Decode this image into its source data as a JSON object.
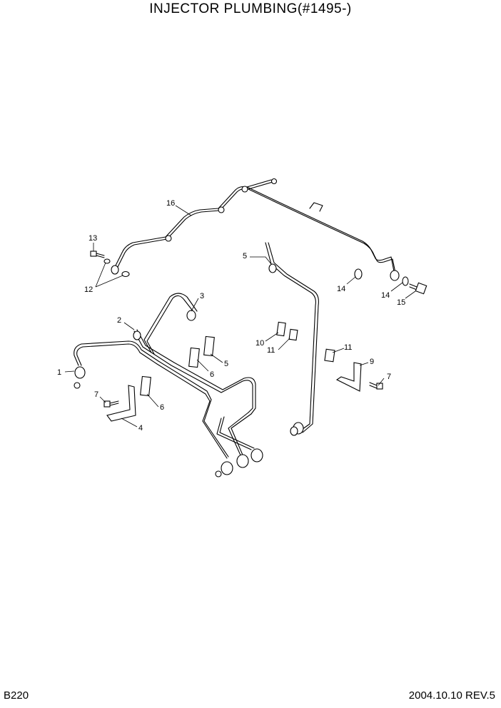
{
  "header": {
    "title": "INJECTOR PLUMBING(#1495-)"
  },
  "footer": {
    "page_code": "B220",
    "revision": "2004.10.10  REV.5"
  },
  "callouts": {
    "c1": "1",
    "c2": "2",
    "c3": "3",
    "c4": "4",
    "c5a": "5",
    "c5b": "5",
    "c6a": "6",
    "c6b": "6",
    "c7a": "7",
    "c7b": "7",
    "c9": "9",
    "c10": "10",
    "c11a": "11",
    "c11b": "11",
    "c12": "12",
    "c13": "13",
    "c14a": "14",
    "c14b": "14",
    "c15": "15",
    "c16": "16"
  }
}
